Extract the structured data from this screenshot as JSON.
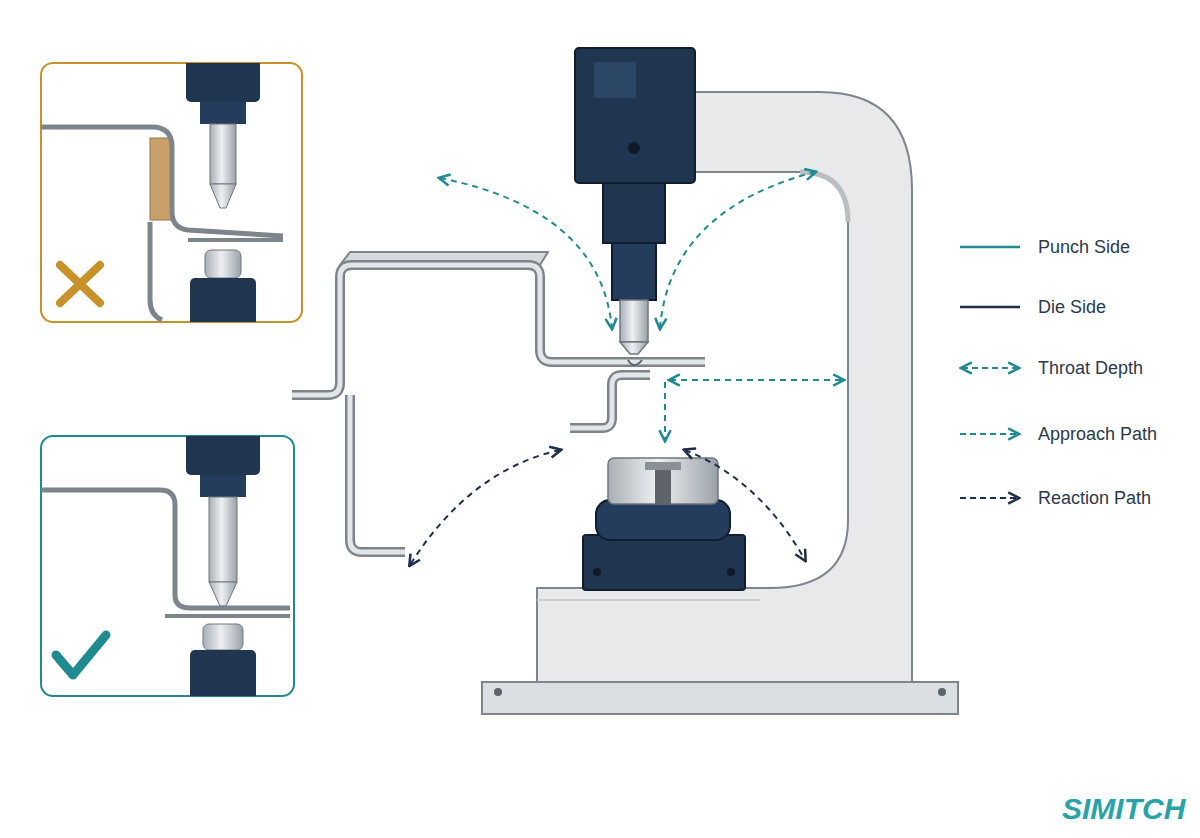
{
  "diagram": {
    "labels": [
      "SIMITCH"
    ],
    "legend": [
      {
        "text": "Punch Side"
      },
      {
        "text": "Die Side"
      },
      {
        "text": "Throat Depth"
      },
      {
        "text": "Approach Path"
      },
      {
        "text": "Reaction Path"
      }
    ]
  }
}
